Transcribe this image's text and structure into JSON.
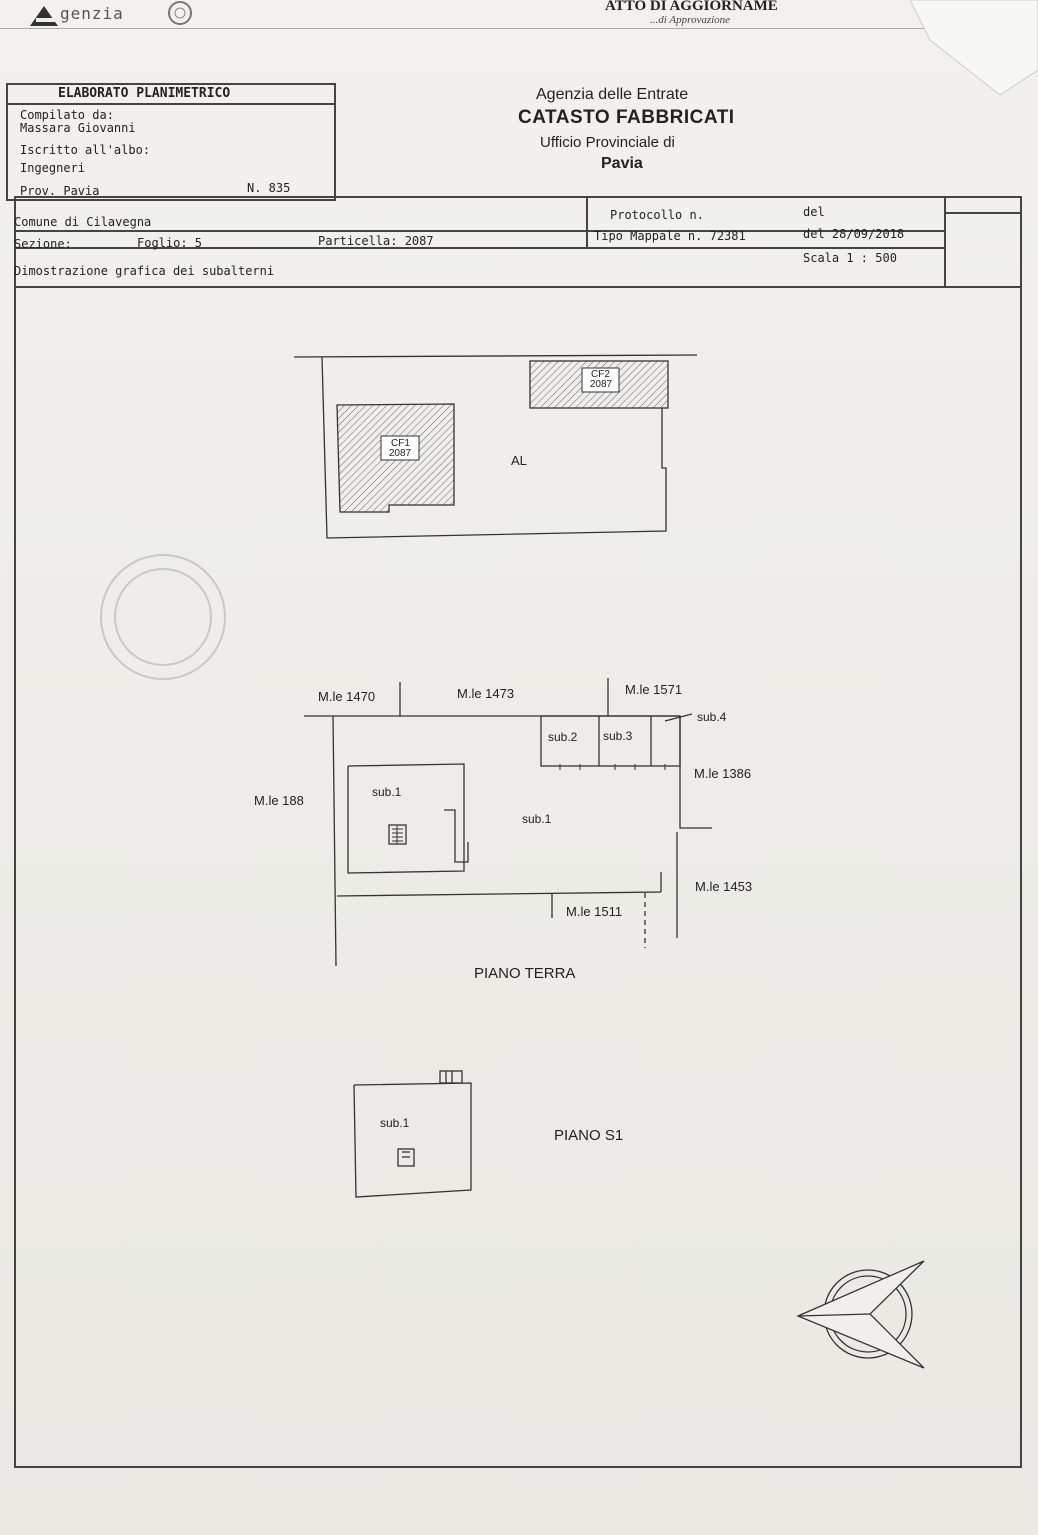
{
  "top": {
    "logo_text": "genzia",
    "atto_text": "ATTO DI AGGIORNAME",
    "atto_sub": "...di Approvazione"
  },
  "header_left": {
    "title": "ELABORATO PLANIMETRICO",
    "compilato_label": "Compilato da:",
    "compilato_name": "Massara Giovanni",
    "iscritto_label": "Iscritto all'albo:",
    "albo": "Ingegneri",
    "prov": "Prov. Pavia",
    "numero": "N. 835"
  },
  "header_right": {
    "line1": "Agenzia delle Entrate",
    "line2": "CATASTO FABBRICATI",
    "line3": "Ufficio Provinciale di",
    "line4": "Pavia"
  },
  "info": {
    "comune": "Comune di Cilavegna",
    "sezione": "Sezione:",
    "foglio": "Foglio: 5",
    "particella": "Particella: 2087",
    "protocollo": "Protocollo n.",
    "del1": "del",
    "tipo_mappale": "Tipo Mappale n. 72381",
    "del2": "del 28/09/2018",
    "dimostrazione": "Dimostrazione grafica dei subalterni",
    "scala": "Scala 1 : 500"
  },
  "plan_top": {
    "cf1": "CF1",
    "cf1_num": "2087",
    "cf2": "CF2",
    "cf2_num": "2087",
    "al": "AL"
  },
  "plan_ground": {
    "m1470": "M.le 1470",
    "m1473": "M.le 1473",
    "m1571": "M.le 1571",
    "sub4": "sub.4",
    "sub2": "sub.2",
    "sub3": "sub.3",
    "m1386": "M.le 1386",
    "m188": "M.le 188",
    "sub1a": "sub.1",
    "sub1b": "sub.1",
    "m1453": "M.le 1453",
    "m1511": "M.le 1511",
    "title": "PIANO TERRA"
  },
  "plan_s1": {
    "sub1": "sub.1",
    "title": "PIANO S1"
  },
  "compass": {
    "icon": "north-arrow-icon"
  }
}
